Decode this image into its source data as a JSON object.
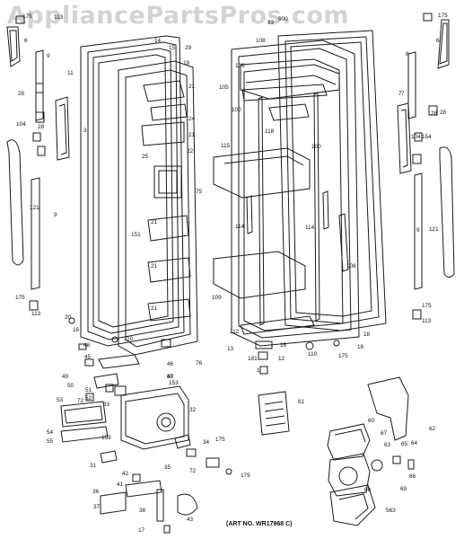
{
  "watermark": "AppliancePartsPros.com",
  "caption": "(ART NO. WR17968 C)",
  "callouts": [
    "175",
    "113",
    "6",
    "9",
    "14",
    "15",
    "29",
    "900",
    "93",
    "108",
    "106",
    "6",
    "175",
    "8",
    "28",
    "7",
    "11",
    "3",
    "28",
    "104",
    "28",
    "121",
    "9",
    "175",
    "113",
    "19",
    "21",
    "24",
    "21",
    "25",
    "22",
    "75",
    "151",
    "21",
    "21",
    "21",
    "105",
    "100",
    "118",
    "115",
    "100",
    "114",
    "114",
    "108",
    "109",
    "112",
    "7",
    "28",
    "104",
    "154",
    "9",
    "121",
    "175",
    "113",
    "20",
    "16",
    "110",
    "76",
    "18",
    "175",
    "18",
    "110",
    "48",
    "45",
    "49",
    "50",
    "51",
    "52",
    "53",
    "54",
    "55",
    "46",
    "80",
    "47",
    "153",
    "72",
    "33",
    "32",
    "153",
    "31",
    "34",
    "35",
    "72",
    "175",
    "179",
    "42",
    "36",
    "41",
    "37",
    "38",
    "43",
    "17",
    "13",
    "16",
    "12",
    "181",
    "1",
    "61",
    "60",
    "62",
    "67",
    "63",
    "65",
    "64",
    "66",
    "68",
    "69",
    "563"
  ]
}
